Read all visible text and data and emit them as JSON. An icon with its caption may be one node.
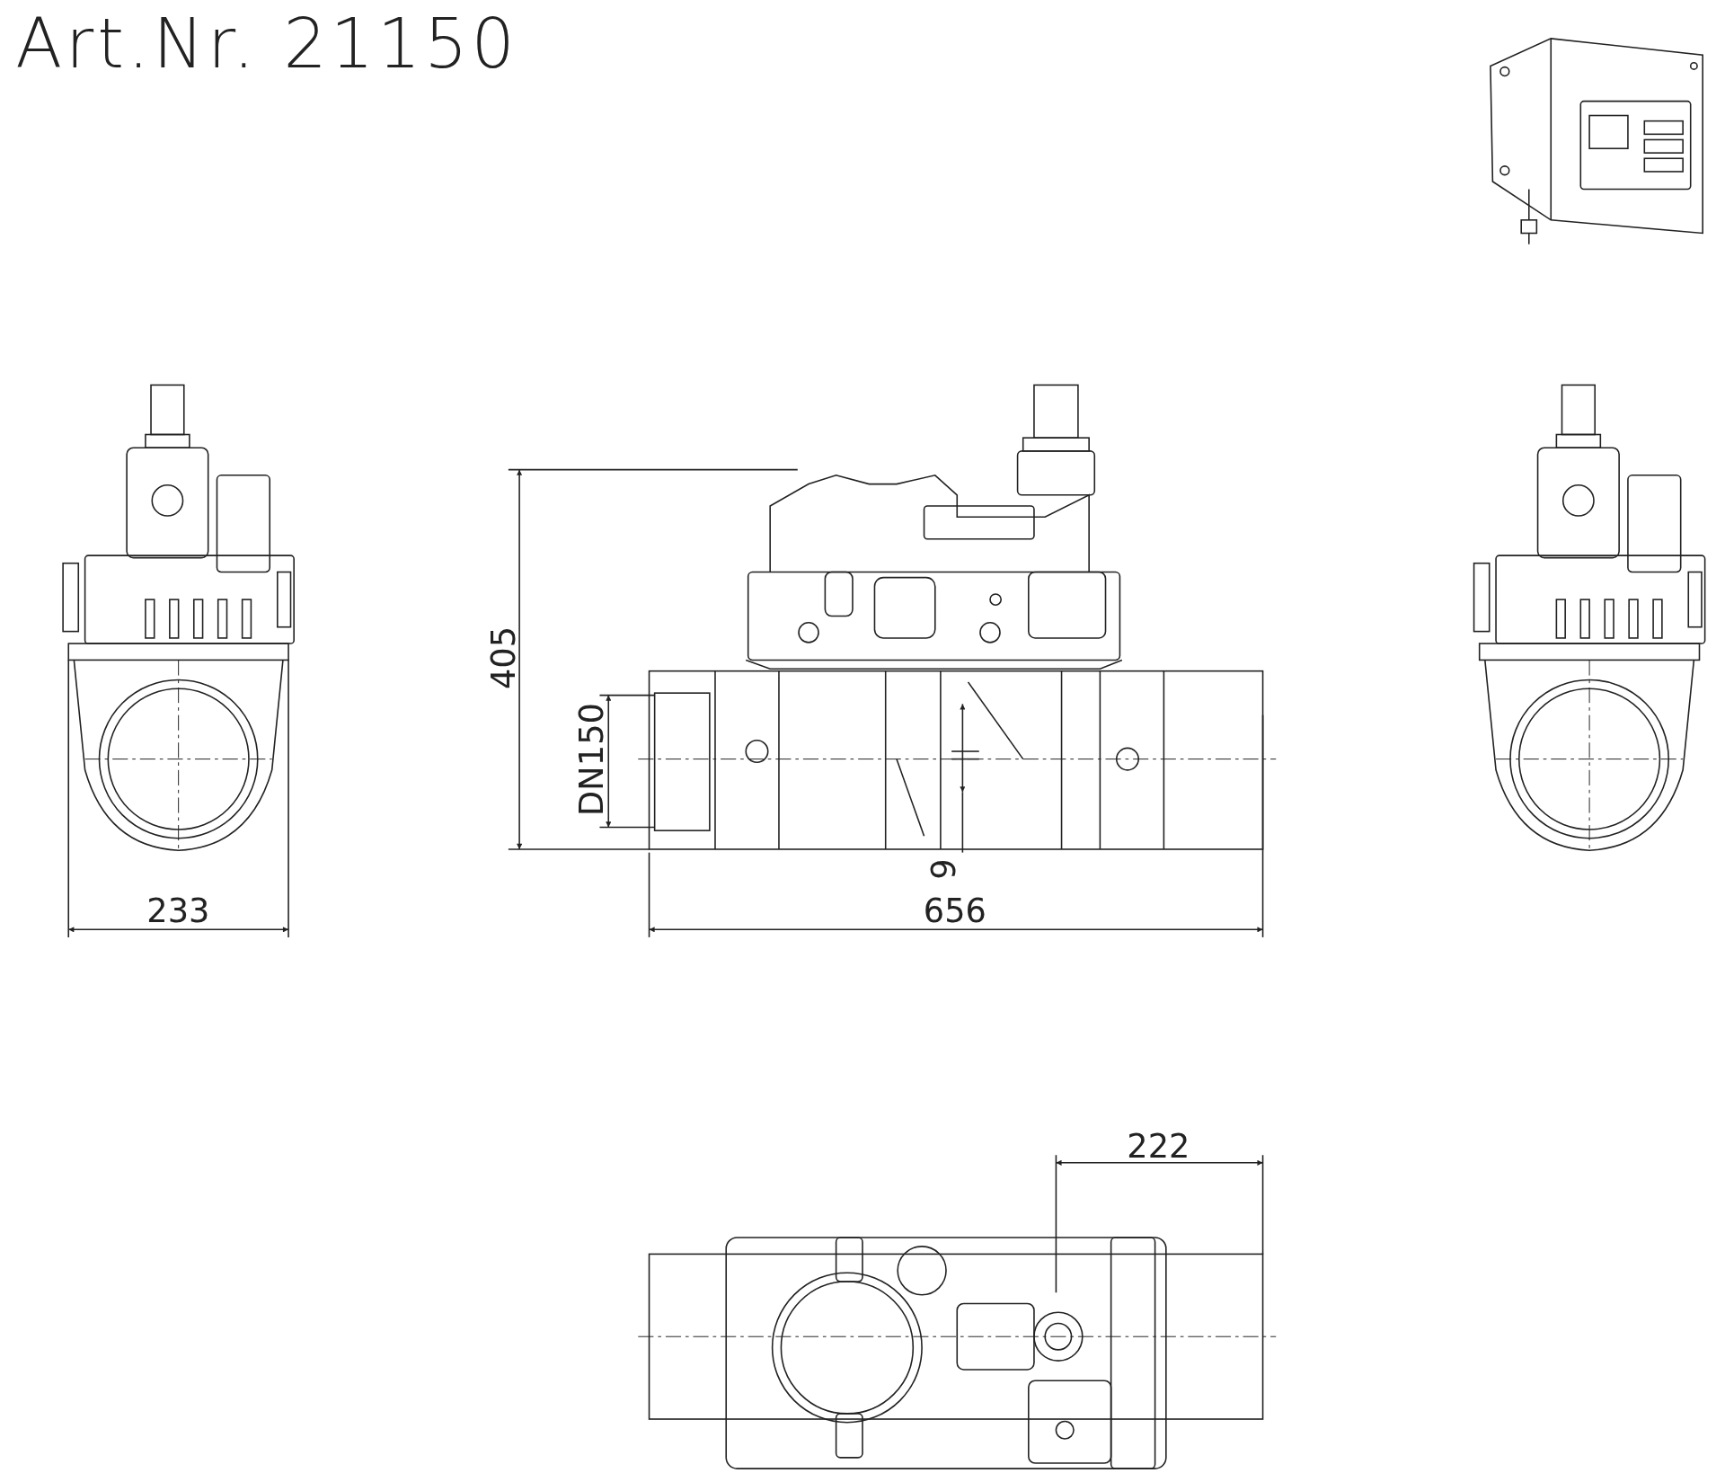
{
  "diagram": {
    "title": "Art.Nr. 21150",
    "labels": [
      "405",
      "DN150",
      "9",
      "233",
      "656",
      "222"
    ]
  }
}
